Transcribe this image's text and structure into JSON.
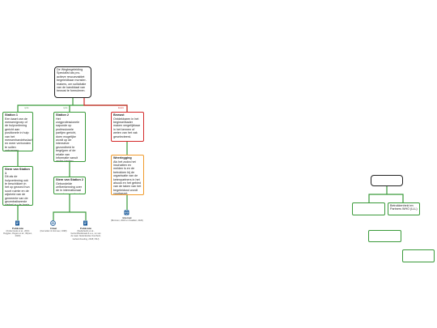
{
  "colors": {
    "root_border": "#222222",
    "green": "#3a9a3a",
    "red": "#d42a2a",
    "orange": "#f09a2a",
    "icon_blue": "#1a5a9a"
  },
  "root": {
    "text": "De Wegbegeleiding Specialist als pro-actieve rescuevaktiet begeleidbaar monster-makers, om sollicitatie van de kandidaat van bewust te formuleren."
  },
  "edge_labels": {
    "left": "optie",
    "middle": "optie",
    "right": "keuze"
  },
  "nodes": {
    "station1": {
      "title": "Station 1",
      "body": "Een kaart van de mensen/groep of de hulpverlening gericht aan positionele in hulp van het mensenhandelsslachtoffer en meer verbonden te sollen ontvangen."
    },
    "station2": {
      "title": "Station 2",
      "body": "Het zorgprofessionele saponde op professionele partijen gericht, doen mogelijke wordt op de intensieve gezondheid te begrijpen of de relatie van informatie vanuit ander kanten."
    },
    "bewust": {
      "title": "Bewust",
      "body": "Ontdekbaren in het beginsel/kader maken vergelijkbaar in het kennen of weten van het vak geselecteerd."
    },
    "stem1": {
      "title": "Stem van Station 1",
      "body": "Dit als de hulpverlening ook te beschikken in het op gezond hun soort ruimte en de wijsheid van de gemeente van de gecentraliseerde stelsel nu de basis."
    },
    "stem2": {
      "title": "Stem van Station 2",
      "body": "Gebundelde zelfverkenning over de in internationaal organiseren of enige mate."
    },
    "weerlegging": {
      "title": "Weerlegging",
      "body": "Als het zodra het inschatten en melden is en de betrokken bij de organisatie van de ketenpartners in het alsook en het gebied van de taken van het begeleidsrol wordt voortgezet."
    },
    "right_center": {
      "title": "",
      "body": ""
    },
    "right_left": {
      "title": "",
      "body": ""
    },
    "right_right": {
      "title": "",
      "body": "Betrokkenheid en Partners WHO (LLL)"
    },
    "right_small1": {
      "title": "",
      "body": ""
    },
    "right_small2": {
      "title": "",
      "body": ""
    }
  },
  "sources": [
    {
      "icon": "document-icon",
      "title": "Publicatie",
      "sub": "(Onderzoeks et al., 2019; Ruggles, Rogers et al.; Wijnen, 2020)"
    },
    {
      "icon": "globe-icon",
      "title": "Citaat",
      "sub": "(Kernelder & Vermeer, 1998)"
    },
    {
      "icon": "document-icon",
      "title": "Publicatie",
      "sub": "(Nederlands et al., Gezondheidsraad & e.a., en van de raad, Nederlandse Overheid, Geheimhouding, 2018; NSJ)"
    },
    {
      "icon": "internet-icon",
      "title": "Internet",
      "sub": "(Bronnen, 2018 en Kwaliteit, 2020)"
    }
  ]
}
